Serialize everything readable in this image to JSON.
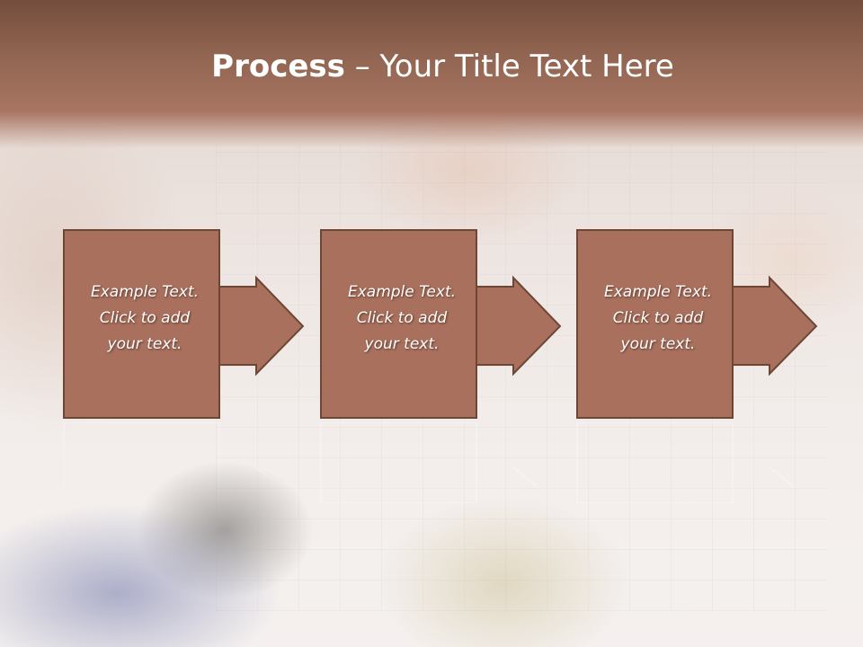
{
  "slide": {
    "title_bold": "Process",
    "title_separator": " – ",
    "title_rest": "Your Title Text Here"
  },
  "steps": [
    {
      "lines": [
        "Example Text.",
        "Click  to add",
        "your text."
      ]
    },
    {
      "lines": [
        "Example Text.",
        "Click  to add",
        "your text."
      ]
    },
    {
      "lines": [
        "Example Text.",
        "Click  to add",
        "your text."
      ]
    }
  ],
  "colors": {
    "header": "#8f6450",
    "box_fill": "#a9705d",
    "box_stroke": "#6e4636",
    "text": "#ffffff"
  },
  "icons": {
    "arrow": "right-arrow-icon"
  }
}
